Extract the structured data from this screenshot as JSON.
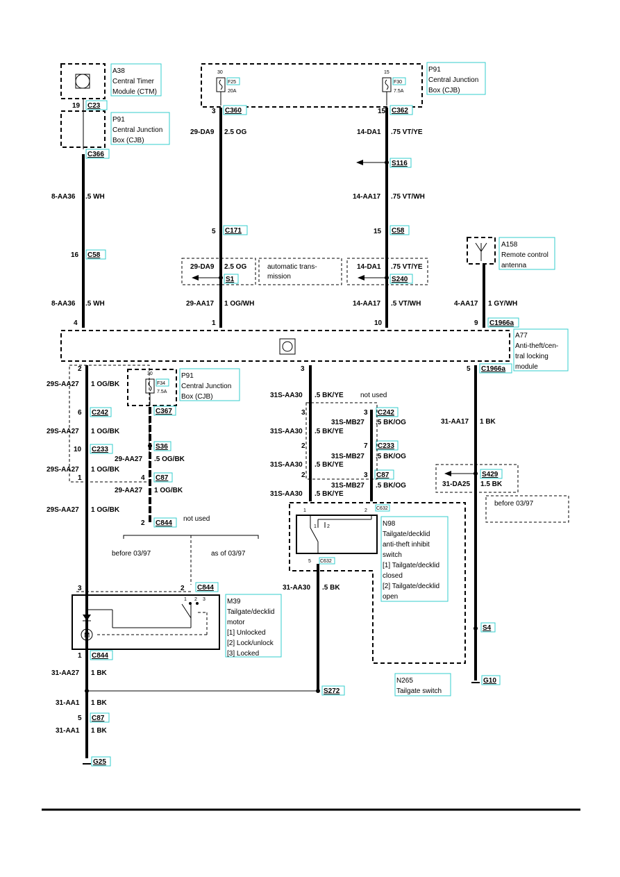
{
  "connectors": {
    "c23": "C23",
    "c366": "C366",
    "c58a": "C58",
    "c360": "C360",
    "c171": "C171",
    "s1": "S1",
    "c362": "C362",
    "s116": "S116",
    "c58b": "C58",
    "s240": "S240",
    "c1966a_top": "C1966a",
    "c1966a_bot": "C1966a",
    "c242a": "C242",
    "c233a": "C233",
    "c367": "C367",
    "s36": "S36",
    "c87a": "C87",
    "c844a": "C844",
    "c242b": "C242",
    "c233b": "C233",
    "c87b": "C87",
    "c632a": "C632",
    "c632b": "C632",
    "s429": "S429",
    "c844b": "C844",
    "c844c": "C844",
    "s4": "S4",
    "g10": "G10",
    "s272": "S272",
    "c87c": "C87",
    "g25": "G25",
    "f25": "F25",
    "f30": "F30",
    "f34": "F34"
  },
  "fuses": {
    "f25_rating": "20A",
    "f30_rating": "7.5A",
    "f34_rating": "7.5A"
  },
  "components": {
    "a38": [
      "A38",
      "Central Timer",
      "Module (CTM)"
    ],
    "p91_a": [
      "P91",
      "Central Junction",
      "Box (CJB)"
    ],
    "p91_b": [
      "P91",
      "Central Junction",
      "Box (CJB)"
    ],
    "p91_c": [
      "P91",
      "Central Junction",
      "Box (CJB)"
    ],
    "a158": [
      "A158",
      "Remote control",
      "antenna"
    ],
    "a77": [
      "A77",
      "Anti-theft/cen-",
      "tral locking",
      "module"
    ],
    "m39": [
      "M39",
      "Tailgate/decklid",
      "motor",
      "[1] Unlocked",
      "[2] Lock/unlock",
      "[3] Locked"
    ],
    "n98": [
      "N98",
      "Tailgate/decklid",
      "anti-theft inhibit",
      "switch",
      "[1] Tailgate/decklid",
      "closed",
      "[2] Tailgate/decklid",
      "open"
    ],
    "n265": [
      "N265",
      "Tailgate switch"
    ]
  },
  "wires": {
    "w8aa36a": "8-AA36",
    "w8aa36a_s": ".5 WH",
    "w8aa36b": "8-AA36",
    "w8aa36b_s": ".5 WH",
    "w29da9a": "29-DA9",
    "w29da9a_s": "2.5 OG",
    "w29da9b": "29-DA9",
    "w29da9b_s": "2.5 OG",
    "w29aa17": "29-AA17",
    "w29aa17_s": "1 OG/WH",
    "w14da1a": "14-DA1",
    "w14da1a_s": ".75 VT/YE",
    "w14aa17a": "14-AA17",
    "w14aa17a_s": ".75 VT/WH",
    "w14da1b": "14-DA1",
    "w14da1b_s": ".75 VT/YE",
    "w14aa17b": "14-AA17",
    "w14aa17b_s": ".5 VT/WH",
    "w4aa17": "4-AA17",
    "w4aa17_s": "1 GY/WH",
    "w29saa27a": "29S-AA27",
    "w29saa27a_s": "1 OG/BK",
    "w29saa27b": "29S-AA27",
    "w29saa27b_s": "1 OG/BK",
    "w29saa27c": "29S-AA27",
    "w29saa27c_s": "1 OG/BK",
    "w29saa27d": "29S-AA27",
    "w29saa27d_s": "1 OG/BK",
    "w29aa27a": "29-AA27",
    "w29aa27a_s": ".5 OG/BK",
    "w29aa27b": "29-AA27",
    "w29aa27b_s": "1 OG/BK",
    "w31saa30a": "31S-AA30",
    "w31saa30a_s": ".5 BK/YE",
    "w31saa30b": "31S-AA30",
    "w31saa30b_s": ".5 BK/YE",
    "w31saa30c": "31S-AA30",
    "w31saa30c_s": ".5 BK/YE",
    "w31saa30d": "31S-AA30",
    "w31saa30d_s": ".5 BK/YE",
    "w31smb27a": "31S-MB27",
    "w31smb27a_s": ".5 BK/OG",
    "w31smb27b": "31S-MB27",
    "w31smb27b_s": ".5 BK/OG",
    "w31smb27c": "31S-MB27",
    "w31smb27c_s": ".5 BK/OG",
    "w31aa17": "31-AA17",
    "w31aa17_s": "1 BK",
    "w31da25": "31-DA25",
    "w31da25_s": "1.5 BK",
    "w31aa30": "31-AA30",
    "w31aa30_s": ".5 BK",
    "w31aa27": "31-AA27",
    "w31aa27_s": "1 BK",
    "w31aa1a": "31-AA1",
    "w31aa1a_s": "1 BK",
    "w31aa1b": "31-AA1",
    "w31aa1b_s": "1 BK"
  },
  "pins": {
    "p19": "19",
    "p3a": "3",
    "p15a": "15",
    "p30a": "30",
    "p15b": "15",
    "p5a": "5",
    "p15c": "15",
    "p16": "16",
    "p4a": "4",
    "p1a": "1",
    "p10": "10",
    "p9": "9",
    "p2a": "2",
    "p3b": "3",
    "p5b": "5",
    "p30b": "30",
    "p6": "6",
    "p10b": "10",
    "p1b": "1",
    "p4b": "4",
    "p2b": "2",
    "p3c": "3",
    "p2c": "2",
    "p3d": "3",
    "p7": "7",
    "p2d": "2",
    "p3e": "3",
    "p1c": "1",
    "p2e": "2",
    "p5c": "5",
    "p3f": "3",
    "p2f": "2",
    "p1d": "1",
    "p5d": "5",
    "sw1": "1",
    "sw2": "2",
    "m1": "1",
    "m2": "2",
    "m3": "3"
  },
  "notes": {
    "auto_trans_1": "automatic trans-",
    "auto_trans_2": "mission",
    "not_used_a": "not used",
    "not_used_b": "not used",
    "before_a": "before 03/97",
    "asof": "as of 03/97",
    "before_b": "before 03/97",
    "motor_symbol": "M"
  },
  "colors": {
    "highlight": "#33cccc",
    "ink": "#000000"
  }
}
